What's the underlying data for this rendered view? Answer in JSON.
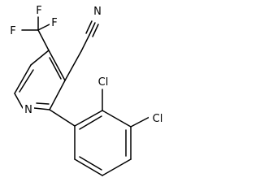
{
  "molecule": {
    "atoms": {
      "F_top": "F",
      "F_left": "F",
      "F_right": "F",
      "N_nitrile": "N",
      "N_pyridine": "N",
      "Cl_ortho": "Cl",
      "Cl_meta": "Cl"
    }
  }
}
